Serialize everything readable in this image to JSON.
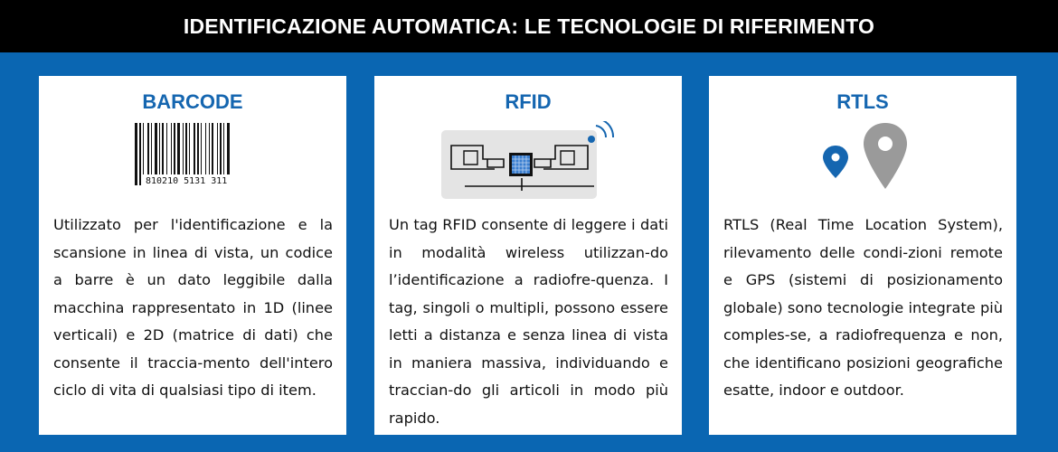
{
  "header": {
    "title": "IDENTIFICAZIONE AUTOMATICA: LE TECNOLOGIE DI RIFERIMENTO"
  },
  "cards": [
    {
      "title": "BARCODE",
      "icon": "barcode-icon",
      "barcode_digits": "810210  5131 311",
      "text": "Utilizzato per l'identificazione e la scansione in linea di vista, un codice a barre è un dato leggibile dalla macchina rappresentato in 1D (linee verticali) e 2D (matrice di dati) che consente il traccia-mento dell'intero ciclo di vita di qualsiasi tipo di item."
    },
    {
      "title": "RFID",
      "icon": "rfid-tag-icon",
      "text": "Un tag RFID consente di leggere i dati in modalità wireless utilizzan-do l’identificazione a radiofre-quenza. I tag, singoli o multipli, possono essere letti a distanza e senza linea di vista in maniera massiva, individuando e traccian-do gli articoli in modo più rapido."
    },
    {
      "title": "RTLS",
      "icon": "location-pin-icon",
      "text": "RTLS (Real Time Location System), rilevamento delle condi-zioni remote e GPS (sistemi di posizionamento globale) sono tecnologie integrate più comples-se, a radiofrequenza e non, che identificano posizioni geografiche esatte, indoor e outdoor."
    }
  ],
  "colors": {
    "accent": "#1566b0",
    "background": "#0a66b2",
    "header": "#000000"
  }
}
